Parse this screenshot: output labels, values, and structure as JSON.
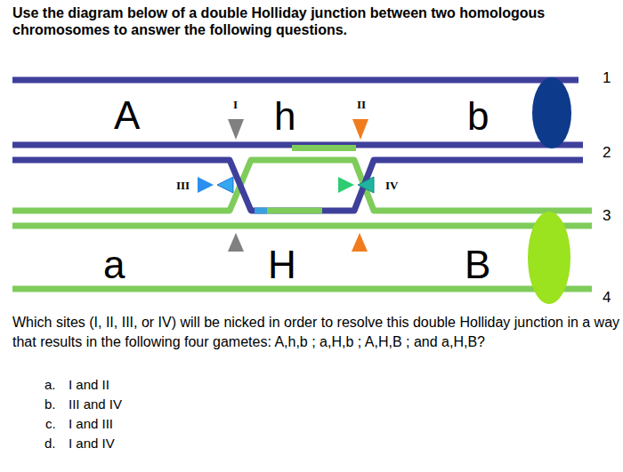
{
  "diagram": {
    "title": "Use the diagram below of a double Holliday junction between two homologous chromosomes to answer the following questions.",
    "labels": [
      "A",
      "h",
      "b",
      "a",
      "H",
      "B",
      "I",
      "II",
      "III",
      "IV",
      "1",
      "2",
      "3",
      "4",
      "Which sites (I, II, III, or IV) will be nicked in order to resolve this double Holliday junction in a way that results in the following four gametes: A,h,b ; a,H,b ; A,H,B ; and a,H,B?",
      "a.",
      "I and II",
      "b.",
      "III and IV",
      "c.",
      "I and III",
      "d.",
      "I and IV"
    ]
  }
}
